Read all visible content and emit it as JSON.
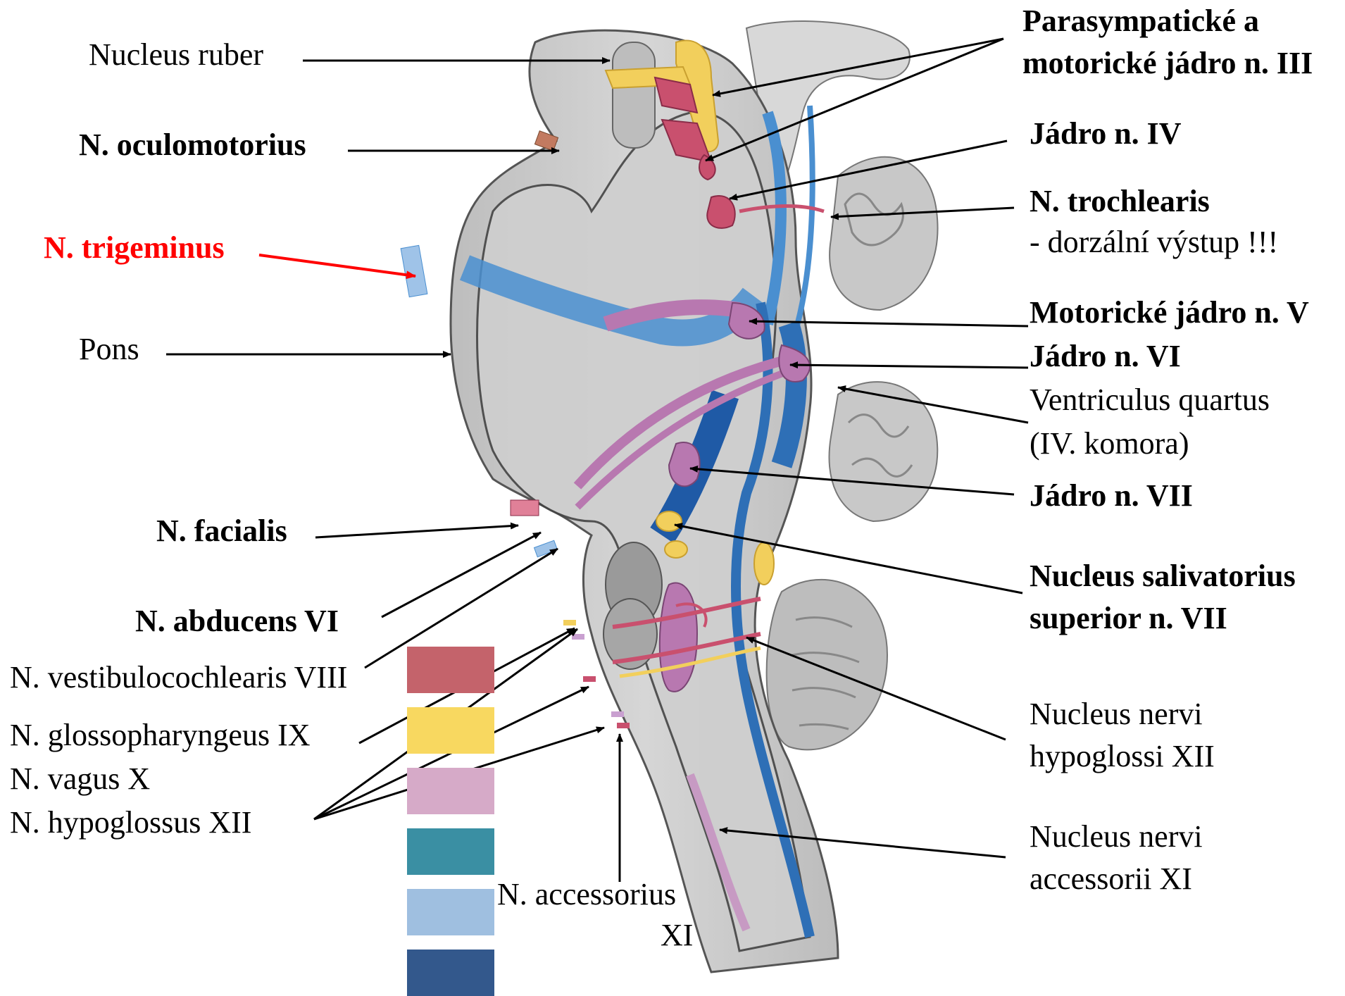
{
  "labels": {
    "nucleus_ruber": "Nucleus ruber",
    "n_oculomotorius": "N. oculomotorius",
    "n_trigeminus": "N. trigeminus",
    "pons": "Pons",
    "n_facialis": "N.  facialis",
    "n_abducens": "N. abducens VI",
    "n_vestibulocochlearis": "N. vestibulocochlearis VIII",
    "n_glossopharyngeus": "N. glossopharyngeus IX",
    "n_vagus": "N. vagus X",
    "n_hypoglossus": "N. hypoglossus XII",
    "n_accessorius_1": "N. accessorius",
    "n_accessorius_2": "XI",
    "parasymp_1": "Parasympatické a",
    "parasymp_2": "motorické jádro n. III",
    "jadro_iv": "Jádro n. IV",
    "n_trochlearis": "N. trochlearis",
    "dorzalni_vystup": "- dorzální výstup !!!",
    "motoricke_jadro_v": "Motorické jádro n. V",
    "jadro_vi": "Jádro n. VI",
    "ventriculus_1": "Ventriculus quartus",
    "ventriculus_2": "(IV. komora)",
    "jadro_vii": "Jádro n. VII",
    "salivatorius_1": "Nucleus salivatorius",
    "salivatorius_2": "superior n. VII",
    "hypoglossi_1": "Nucleus nervi",
    "hypoglossi_2": "hypoglossi XII",
    "accessorii_1": "Nucleus nervi",
    "accessorii_2": "accessorii XI"
  },
  "legend": {
    "swatches": [
      "#c4636b",
      "#f8d860",
      "#d6aac8",
      "#3a8fa3",
      "#9fbfe0",
      "#33588c"
    ]
  },
  "colors": {
    "nerve_red": "#c9506e",
    "nerve_yellow": "#f2cf5c",
    "nerve_purple": "#b878b0",
    "nerve_blue": "#4a8fd0",
    "tissue_gray": "#c8c8c8",
    "arrow_red": "#ff0000"
  }
}
